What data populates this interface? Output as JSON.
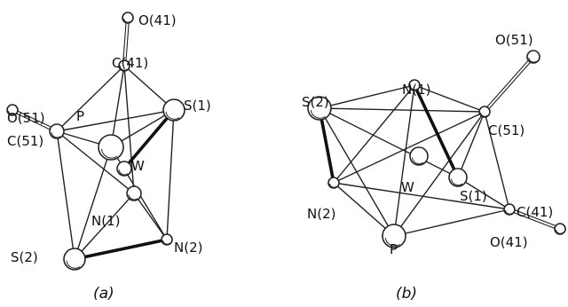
{
  "panels": [
    {
      "id": "a",
      "caption": "(a)",
      "atoms": [
        {
          "id": "O41",
          "label": "O(41)"
        },
        {
          "id": "C41",
          "label": "C(41)"
        },
        {
          "id": "O51",
          "label": "O(51)"
        },
        {
          "id": "C51",
          "label": "C(51)"
        },
        {
          "id": "P",
          "label": "P"
        },
        {
          "id": "S1",
          "label": "S(1)"
        },
        {
          "id": "W",
          "label": "W"
        },
        {
          "id": "N1",
          "label": "N(1)"
        },
        {
          "id": "S2",
          "label": "S(2)"
        },
        {
          "id": "N2",
          "label": "N(2)"
        }
      ]
    },
    {
      "id": "b",
      "caption": "(b)",
      "atoms": [
        {
          "id": "O51",
          "label": "O(51)"
        },
        {
          "id": "N1",
          "label": "N(1)"
        },
        {
          "id": "S2",
          "label": "S(2)"
        },
        {
          "id": "C51",
          "label": "C(51)"
        },
        {
          "id": "W",
          "label": "W"
        },
        {
          "id": "S1",
          "label": "S(1)"
        },
        {
          "id": "N2",
          "label": "N(2)"
        },
        {
          "id": "C41",
          "label": "C(41)"
        },
        {
          "id": "P",
          "label": "P"
        },
        {
          "id": "O41",
          "label": "O(41)"
        }
      ]
    }
  ]
}
